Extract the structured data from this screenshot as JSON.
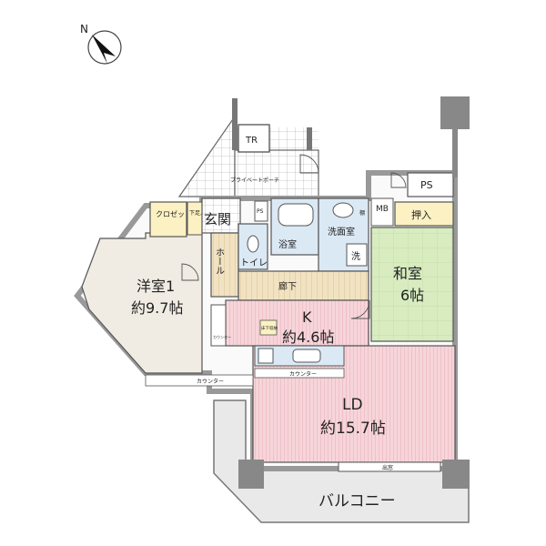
{
  "compass": {
    "letter": "N"
  },
  "rooms": {
    "western": {
      "name": "洋室1",
      "area": "約9.7帖"
    },
    "japanese": {
      "name": "和室",
      "area": "6帖"
    },
    "kitchen": {
      "name": "K",
      "area": "約4.6帖"
    },
    "living": {
      "name": "LD",
      "area": "約15.7帖"
    }
  },
  "labels": {
    "tr": "TR",
    "ps_top": "PS",
    "ps_small": "PS",
    "mb": "MB",
    "oshiire": "押入",
    "genkan": "玄関",
    "private_porch": "プライベートポーチ",
    "closet": "クロゼット",
    "shoe": "下足入",
    "hall": "ホール",
    "toilet": "トイレ",
    "bath": "浴室",
    "washroom": "洗面室",
    "wash": "洗",
    "hallway": "廊下",
    "shelf": "棚",
    "floor_storage": "床下収納",
    "counter_west": "カウンター",
    "counter_kitchen": "カウンター",
    "balcony": "バルコニー",
    "bay_window": "出窓",
    "left_cabinet": "カウンター"
  }
}
